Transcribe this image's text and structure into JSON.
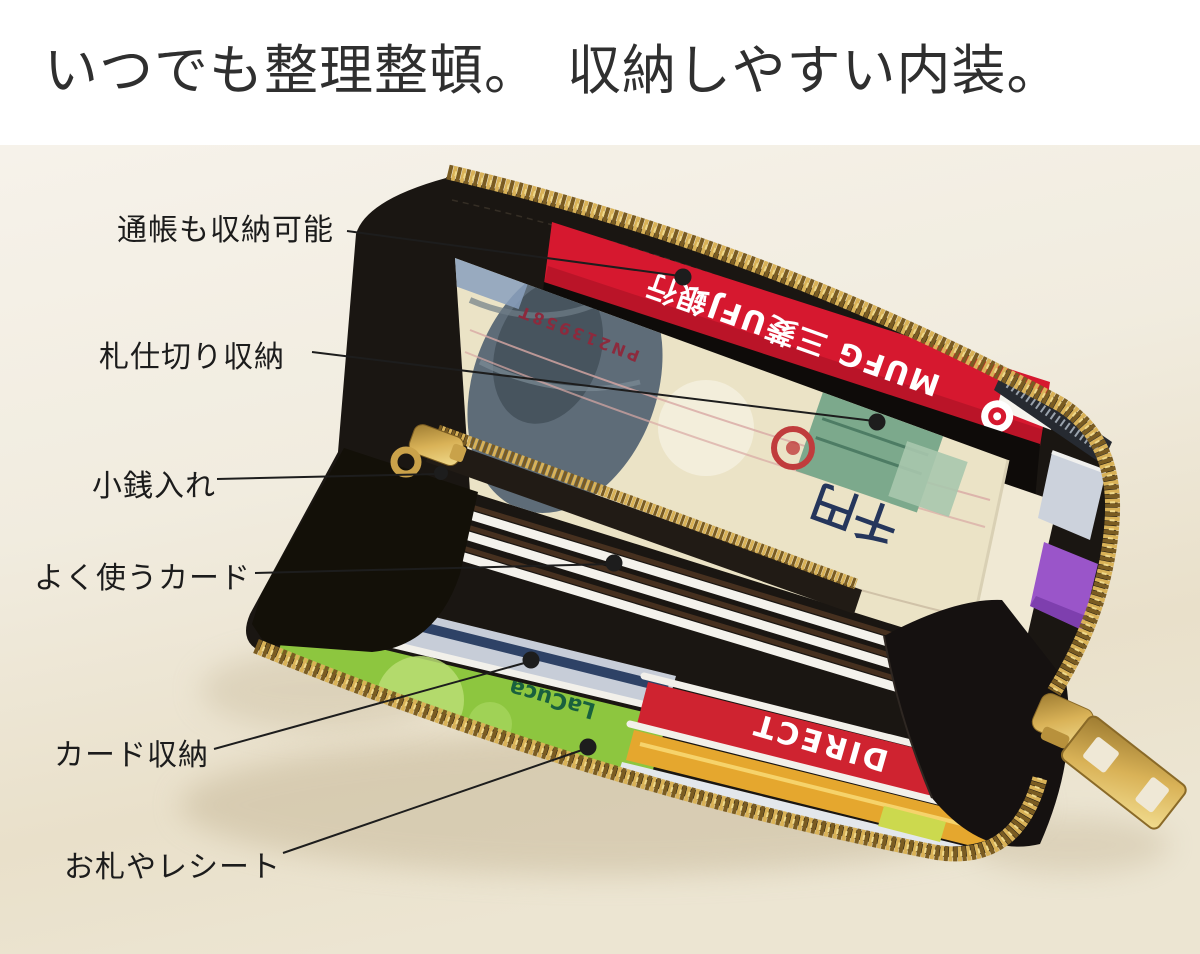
{
  "headline": {
    "text": "いつでも整理整頓。　収納しやすい内装。"
  },
  "callouts": [
    {
      "id": "bankbook",
      "label": "通帳も収納可能"
    },
    {
      "id": "bill-divider",
      "label": "札仕切り収納"
    },
    {
      "id": "coin-pocket",
      "label": "小銭入れ"
    },
    {
      "id": "frequent-cards",
      "label": "よく使うカード"
    },
    {
      "id": "card-slots",
      "label": "カード収納"
    },
    {
      "id": "bills-receipts",
      "label": "お札やレシート"
    }
  ],
  "photo": {
    "bankbook_text": "MUFG 三菱UFJ銀行",
    "bill_serial": "PN213958T",
    "bill_denomination": "千円",
    "card_green_text": "LaCuca",
    "card_red_text": "DIRECT",
    "colors": {
      "background_beige": "#f1ebdd",
      "wallet_black": "#1a1612",
      "zipper_gold": "#d9b257",
      "bankbook_red": "#d6182f",
      "card_green": "#8dc63f",
      "card_red": "#cf2330",
      "callout_ink": "#1d1d1d"
    }
  }
}
